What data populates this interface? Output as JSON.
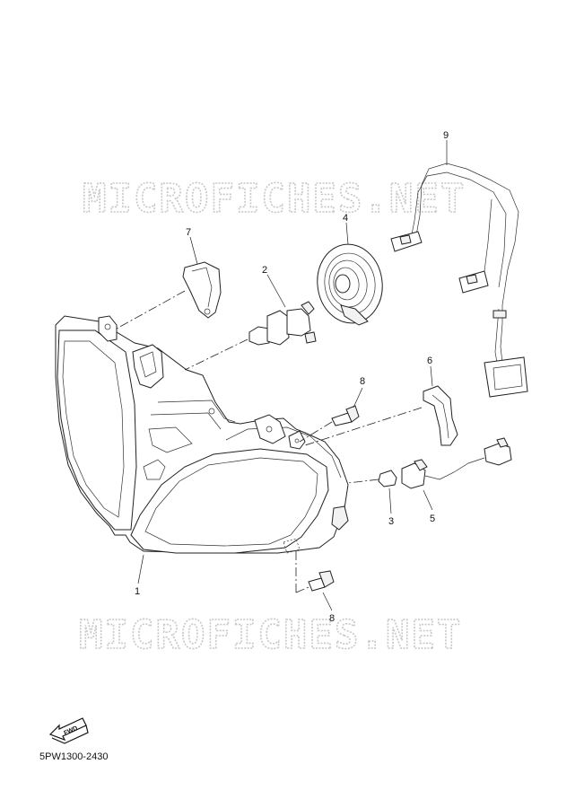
{
  "watermark": {
    "top_text": "MICROFICHES.NET",
    "bottom_text": "MICROFICHES.NET"
  },
  "callouts": [
    {
      "id": "1",
      "label": "1"
    },
    {
      "id": "2",
      "label": "2"
    },
    {
      "id": "3",
      "label": "3"
    },
    {
      "id": "4",
      "label": "4"
    },
    {
      "id": "5",
      "label": "5"
    },
    {
      "id": "6",
      "label": "6"
    },
    {
      "id": "7",
      "label": "7"
    },
    {
      "id": "8a",
      "label": "8"
    },
    {
      "id": "8b",
      "label": "8"
    },
    {
      "id": "9",
      "label": "9"
    }
  ],
  "fwd_arrow": {
    "label": "FWD"
  },
  "reference_code": "5PW1300-2430"
}
